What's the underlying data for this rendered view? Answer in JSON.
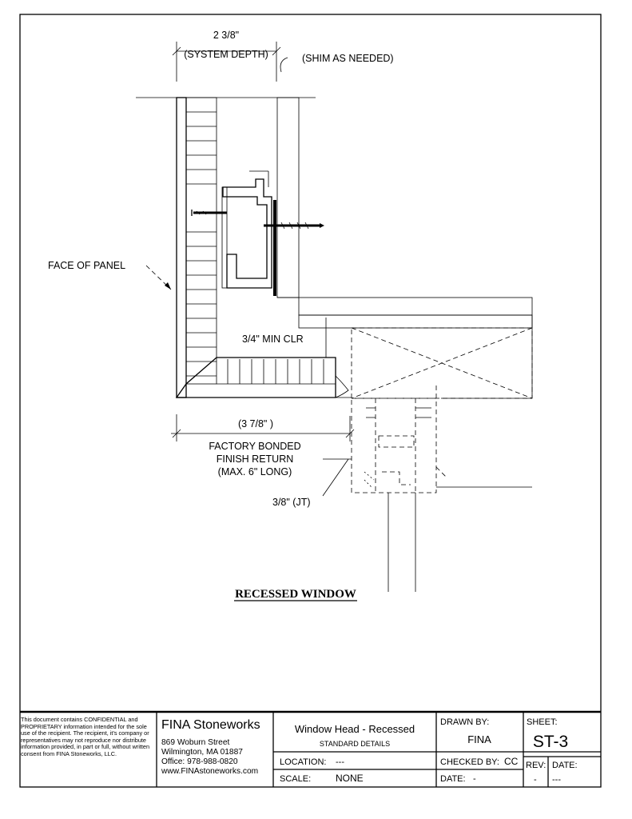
{
  "drawing": {
    "title": "RECESSED WINDOW",
    "labels": {
      "system_depth_dim": "2 3/8\"",
      "system_depth": "(SYSTEM DEPTH)",
      "shim": "(SHIM AS NEEDED)",
      "face_of_panel": "FACE OF PANEL",
      "min_clr": "3/4\" MIN CLR",
      "return_dim": "(3 7/8\" )",
      "finish_return_1": "FACTORY BONDED",
      "finish_return_2": "FINISH RETURN",
      "finish_return_3": "(MAX. 6\" LONG)",
      "joint": "3/8\"  (JT)"
    }
  },
  "title_block": {
    "confidential": "This document contains CONFIDENTIAL and PROPRIETARY information intended for the sole use of the recipient. The recipient, it's company or representatives may not reproduce nor distribute information provided, in part or full, without written consent from FINA Stoneworks, LLC.",
    "company": {
      "name": "FINA Stoneworks",
      "address1": "869 Woburn Street",
      "address2": "Wilmington, MA 01887",
      "office": "Office: 978-988-0820",
      "web": "www.FINAstoneworks.com"
    },
    "detail_title": "Window Head - Recessed",
    "detail_subtitle": "STANDARD DETAILS",
    "location_label": "LOCATION:",
    "location_value": "---",
    "scale_label": "SCALE:",
    "scale_value": "NONE",
    "drawn_by_label": "DRAWN BY:",
    "drawn_by_value": "FINA",
    "checked_by_label": "CHECKED BY:",
    "checked_by_value": "CC",
    "date_label": "DATE:",
    "date_value": "-",
    "sheet_label": "SHEET:",
    "sheet_value": "ST-3",
    "rev_label": "REV:",
    "rev_value": "-",
    "rev_date_label": "DATE:",
    "rev_date_value": "---"
  }
}
